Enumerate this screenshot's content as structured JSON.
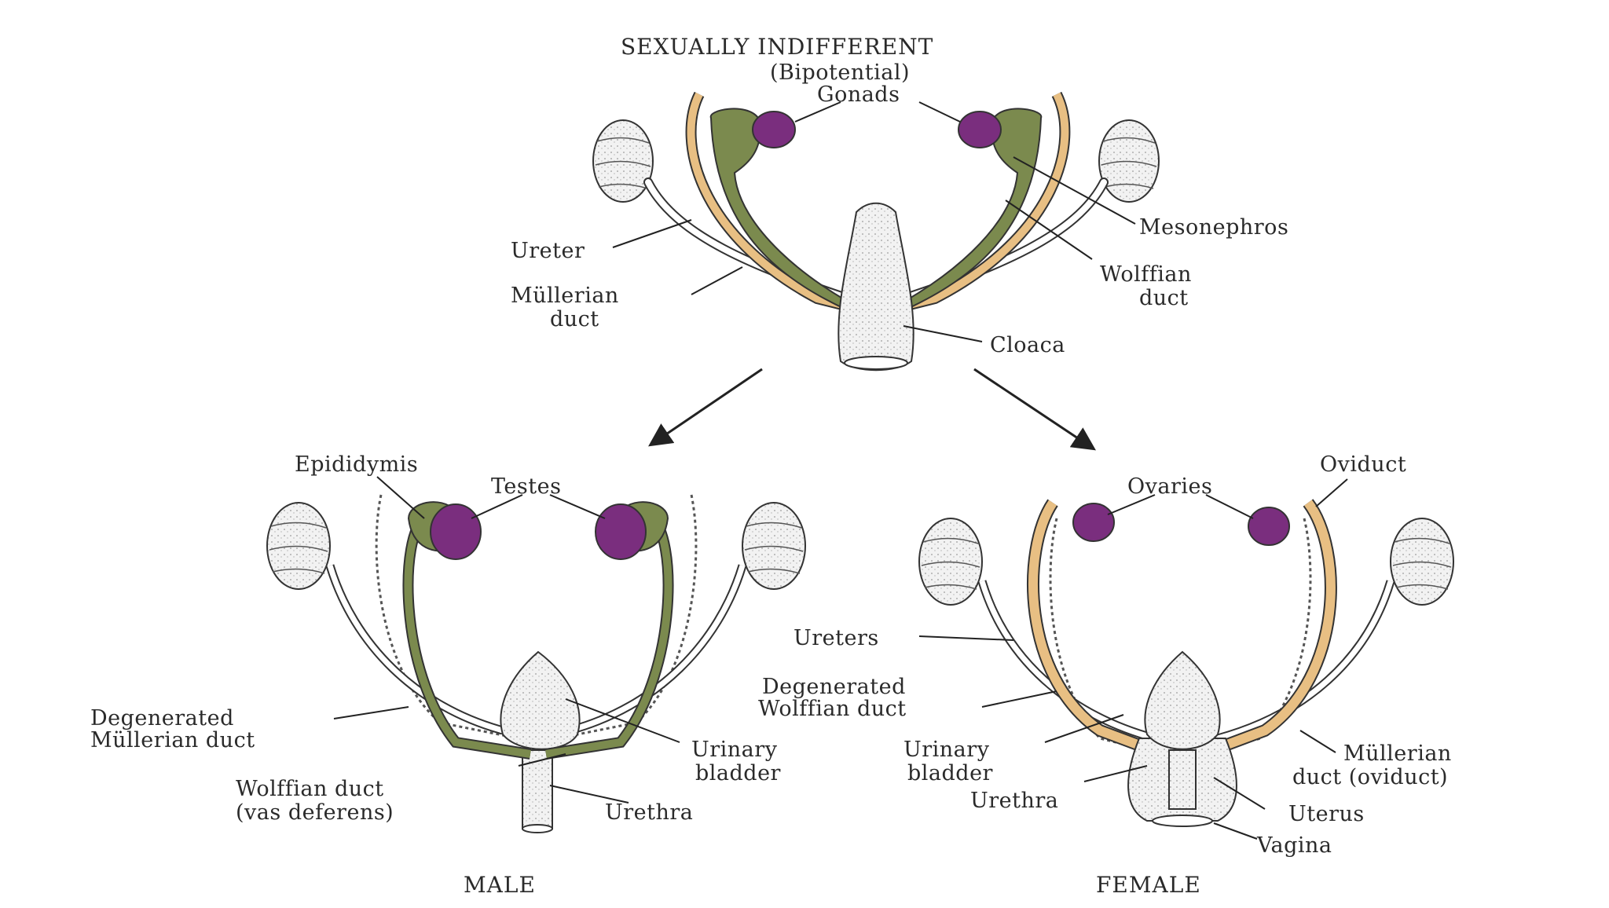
{
  "titles": {
    "top": "SEXUALLY INDIFFERENT",
    "bipotential": "(Bipotential)",
    "male": "MALE",
    "female": "FEMALE"
  },
  "labels": {
    "gonads": "Gonads",
    "ureter": "Ureter",
    "mullerian_duct_1": "Müllerian",
    "mullerian_duct_2": "duct",
    "mesonephros": "Mesonephros",
    "wolffian_duct_1": "Wolffian",
    "wolffian_duct_2": "duct",
    "cloaca": "Cloaca",
    "epididymis": "Epididymis",
    "testes": "Testes",
    "degen_mullerian_1": "Degenerated",
    "degen_mullerian_2": "Müllerian duct",
    "urinary_bladder_m_1": "Urinary",
    "urinary_bladder_m_2": "bladder",
    "wolffian_vas_1": "Wolffian duct",
    "wolffian_vas_2": "(vas deferens)",
    "urethra_m": "Urethra",
    "ovaries": "Ovaries",
    "oviduct": "Oviduct",
    "ureters": "Ureters",
    "degen_wolffian_1": "Degenerated",
    "degen_wolffian_2": "Wolffian duct",
    "urinary_bladder_f_1": "Urinary",
    "urinary_bladder_f_2": "bladder",
    "mullerian_oviduct_1": "Müllerian",
    "mullerian_oviduct_2": "duct (oviduct)",
    "urethra_f": "Urethra",
    "uterus": "Uterus",
    "vagina": "Vagina"
  },
  "colors": {
    "wolffian": "#7b8a4e",
    "mullerian": "#e8bf83",
    "gonad": "#7a2e7e",
    "kidney": "#ececec",
    "outline": "#333333"
  }
}
